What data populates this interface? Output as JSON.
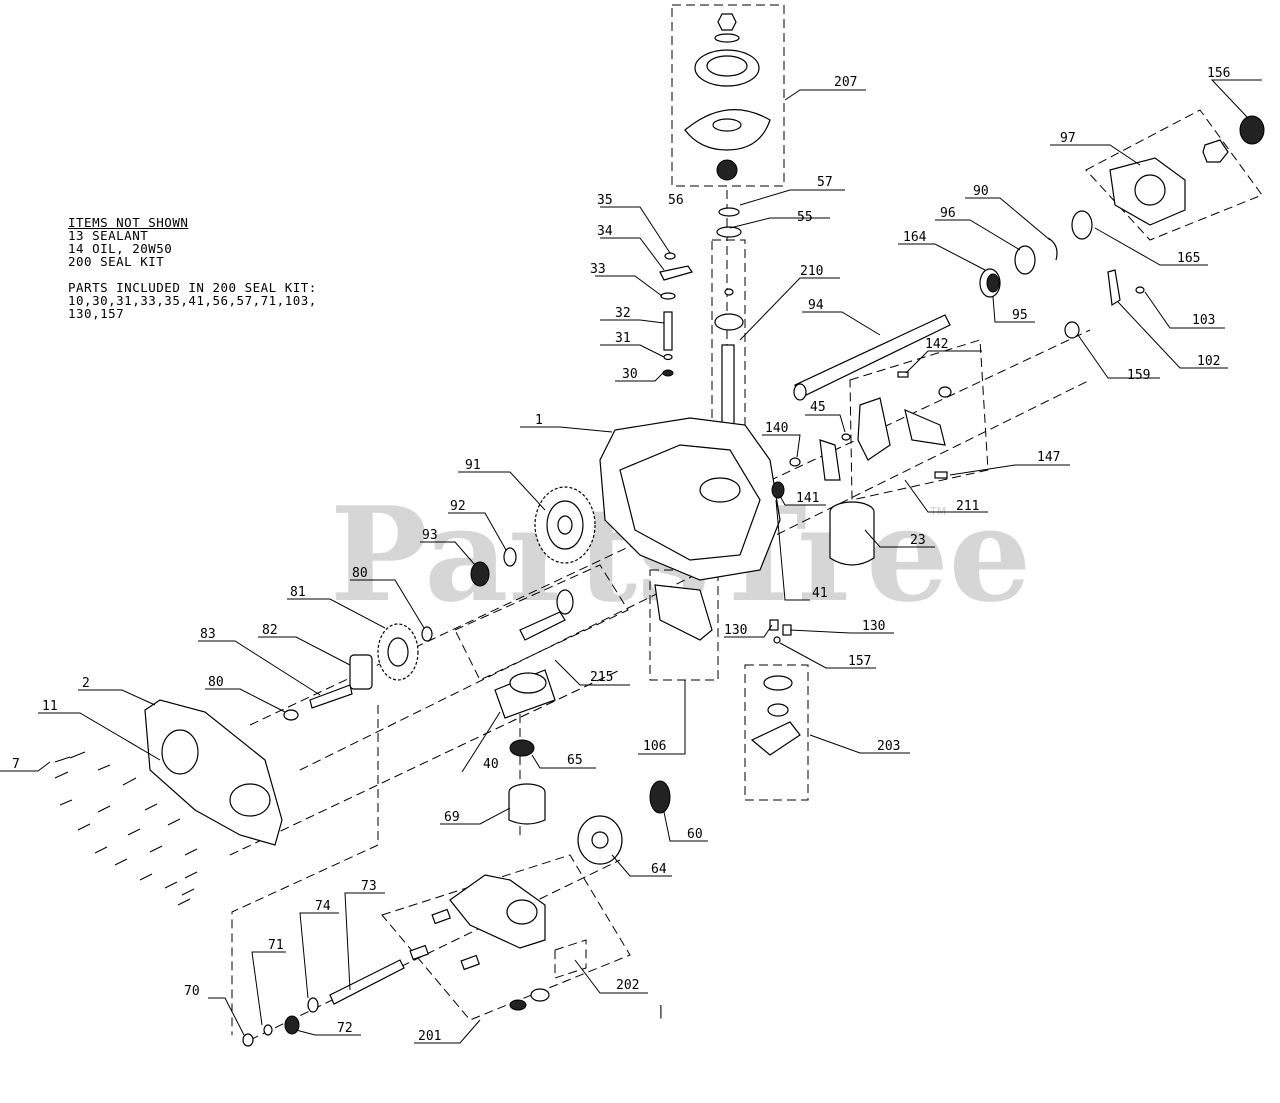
{
  "watermark": "PartsTree",
  "watermark_tm": "TM",
  "notes": {
    "heading": "ITEMS NOT SHOWN",
    "lines": [
      "13 SEALANT",
      "14 OIL, 20W50",
      "200 SEAL KIT"
    ],
    "kit_heading": "PARTS INCLUDED IN 200 SEAL KIT:",
    "kit_lines": [
      "10,30,31,33,35,41,56,57,71,103,",
      "130,157"
    ]
  },
  "callouts": [
    "207",
    "57",
    "56",
    "55",
    "35",
    "34",
    "33",
    "32",
    "31",
    "30",
    "210",
    "156",
    "97",
    "90",
    "96",
    "164",
    "165",
    "95",
    "94",
    "142",
    "45",
    "140",
    "1",
    "91",
    "92",
    "93",
    "80",
    "81",
    "83",
    "82",
    "80",
    "2",
    "11",
    "7",
    "103",
    "102",
    "159",
    "147",
    "211",
    "141",
    "41",
    "23",
    "130",
    "130",
    "157",
    "215",
    "106",
    "203",
    "40",
    "65",
    "69",
    "60",
    "64",
    "73",
    "74",
    "71",
    "70",
    "72",
    "202",
    "201"
  ],
  "border_mark": "|"
}
